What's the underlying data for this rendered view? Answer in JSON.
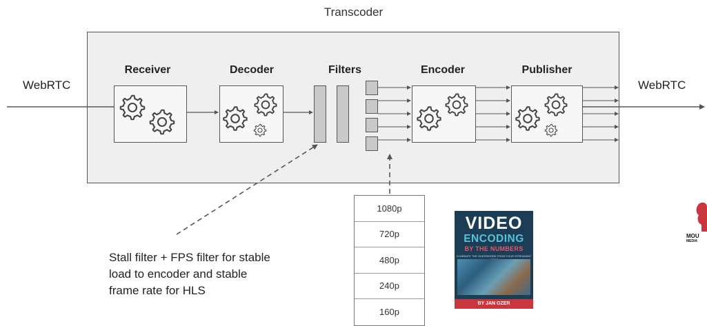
{
  "diagram": {
    "title": "Transcoder",
    "input_label": "WebRTC",
    "output_label": "WebRTC",
    "stages": [
      {
        "label": "Receiver"
      },
      {
        "label": "Decoder"
      },
      {
        "label": "Filters"
      },
      {
        "label": "Encoder"
      },
      {
        "label": "Publisher"
      }
    ],
    "resolutions": [
      "1080p",
      "720p",
      "480p",
      "240p",
      "160p"
    ],
    "note_lines": [
      "Stall filter + FPS filter for stable",
      "load to encoder and stable",
      "frame rate for HLS"
    ]
  },
  "book": {
    "title": "VIDEO",
    "subtitle": "ENCODING",
    "subtitle2": "BY THE NUMBERS",
    "tagline": "ELIMINATE THE GUESSWORK FROM YOUR STREAMING VIDEO",
    "author": "BY JAN OZER"
  },
  "logo": {
    "word": "MOU",
    "word2": "MEDIA"
  },
  "colors": {
    "box_fill": "#efefef",
    "stage_fill": "#f7f7f7",
    "filter_fill": "#c9c9c9",
    "stroke": "#555555",
    "book_bg": "#1b3d55",
    "book_accent": "#58c2d6",
    "logo_red": "#c9363e"
  }
}
